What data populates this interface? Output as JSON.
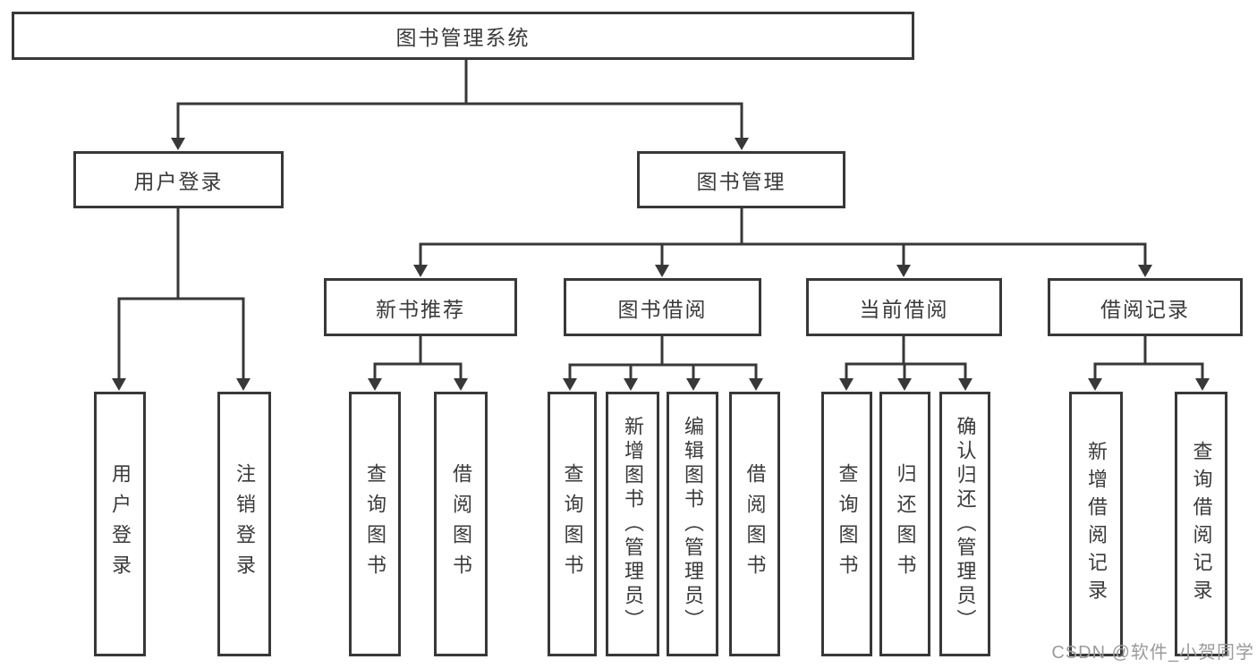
{
  "tree": {
    "root": "图书管理系统",
    "branches": [
      {
        "label": "用户登录",
        "children": [
          "用户登录",
          "注销登录"
        ]
      },
      {
        "label": "图书管理",
        "sections": [
          {
            "label": "新书推荐",
            "children": [
              "查询图书",
              "借阅图书"
            ]
          },
          {
            "label": "图书借阅",
            "children": [
              "查询图书",
              "新增图书（管理员）",
              "编辑图书（管理员）",
              "借阅图书"
            ]
          },
          {
            "label": "当前借阅",
            "children": [
              "查询图书",
              "归还图书",
              "确认归还（管理员）"
            ]
          },
          {
            "label": "借阅记录",
            "children": [
              "新增借阅记录",
              "查询借阅记录"
            ]
          }
        ]
      }
    ]
  },
  "watermark": "CSDN @软件_小贺同学",
  "colors": {
    "line": "#383838",
    "text": "#3a3a3a",
    "watermark": "#9b9b9b",
    "background": "#ffffff"
  }
}
